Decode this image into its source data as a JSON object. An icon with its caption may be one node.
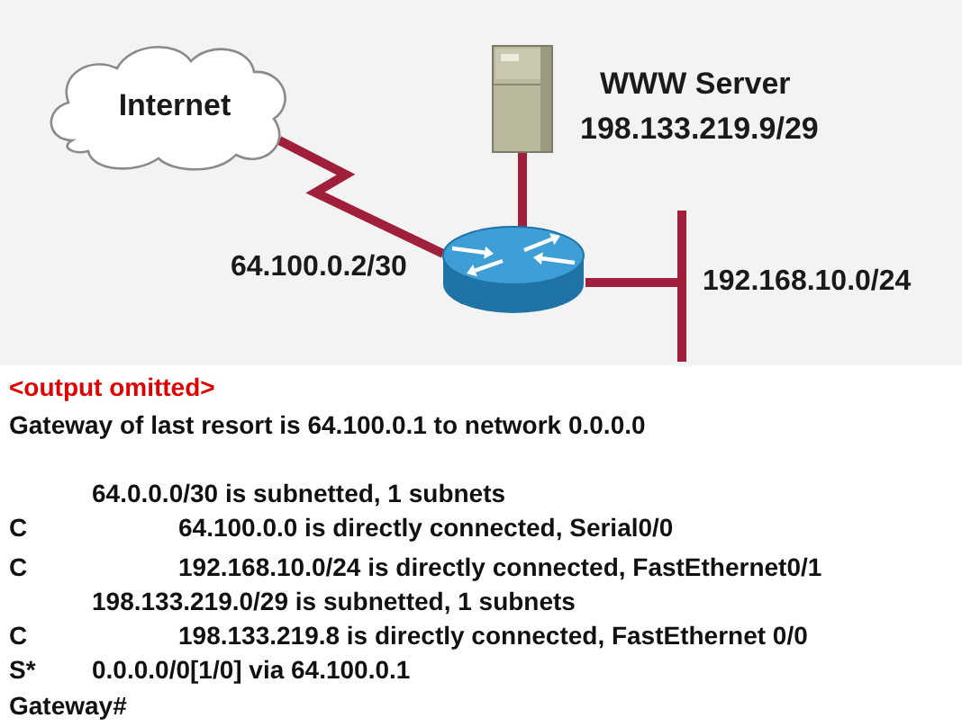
{
  "diagram": {
    "nodes": [
      {
        "text": [
          "Internet"
        ]
      },
      {
        "text": [],
        "shape": "picture",
        "beside": [
          "WWW Server",
          "198.133.219.9/29"
        ]
      },
      {
        "text": [],
        "shape": "picture",
        "beside": [
          "64.100.0.2/30"
        ]
      },
      {
        "text": [],
        "shape": "bar",
        "beside": [
          "192.168.10.0/24"
        ]
      }
    ],
    "edges": [
      {
        "from": 0,
        "to": 2,
        "arrow": "none"
      },
      {
        "from": 1,
        "to": 2,
        "arrow": "none"
      },
      {
        "from": 2,
        "to": 3,
        "arrow": "none"
      }
    ],
    "labels": [
      "<output omitted>",
      "Gateway of last resort is 64.100.0.1 to network 0.0.0.0",
      "64.0.0.0/30 is subnetted, 1 subnets",
      "C",
      "64.100.0.0 is directly connected, Serial0/0",
      "C",
      "192.168.10.0/24 is directly connected, FastEthernet0/1",
      "198.133.219.0/29 is subnetted, 1 subnets",
      "C",
      "198.133.219.8 is directly connected, FastEthernet 0/0",
      "S*",
      "0.0.0.0/0[1/0] via 64.100.0.1",
      "Gateway#"
    ]
  }
}
